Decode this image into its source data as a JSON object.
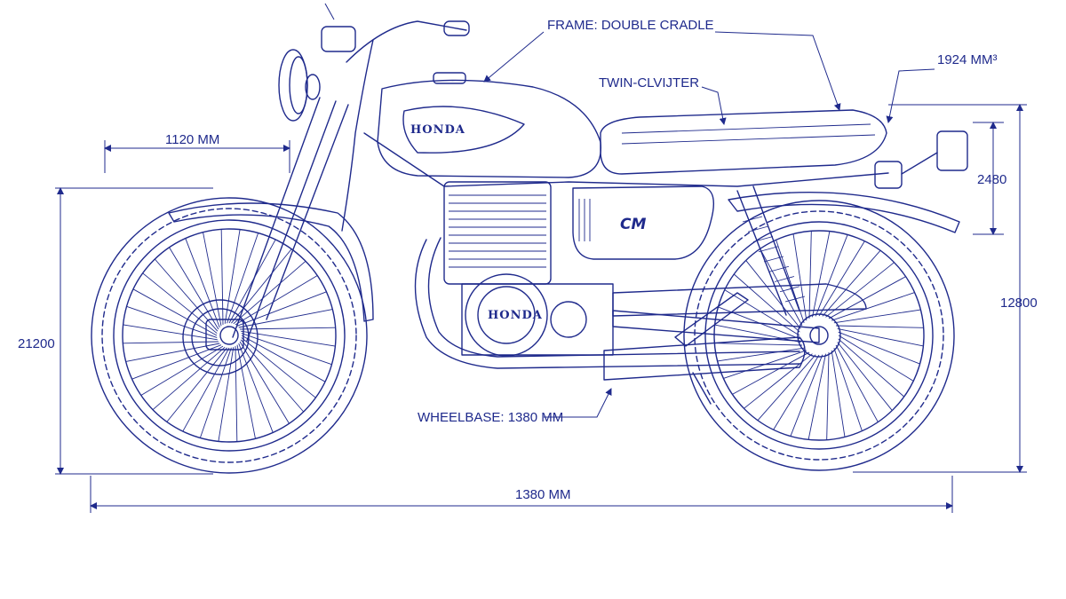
{
  "diagram": {
    "brand": "HONDA",
    "model_badge": "CM",
    "engine_badge": "HONDA",
    "colors": {
      "ink": "#1f2a8c",
      "paper": "#ffffff"
    }
  },
  "labels": {
    "frame": "FRAME: DOUBLE CRADLE",
    "cylinder": "TWIN-CLVIJTER",
    "displacement": "1924 MM³",
    "front_length": "1120 MM",
    "rear_height_small": "2480",
    "rear_height_large": "12800",
    "front_height": "21200",
    "wheelbase": "WHEELBASE: 1380 MM",
    "overall_length": "1380 MM"
  }
}
